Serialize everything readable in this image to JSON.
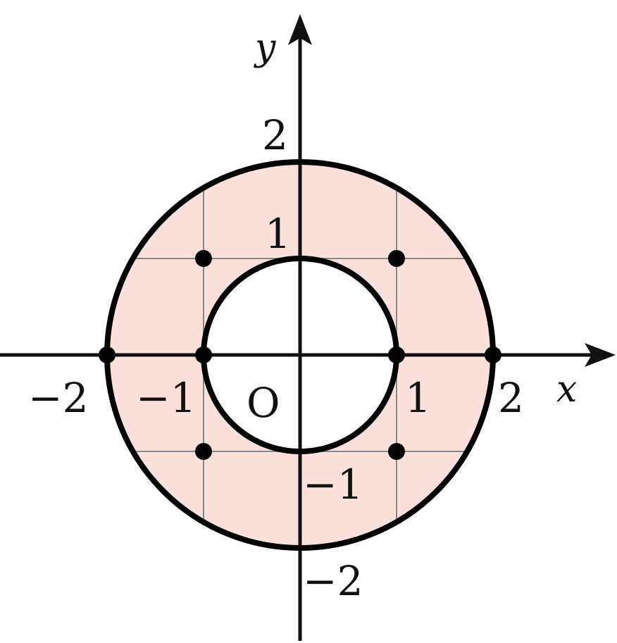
{
  "diagram": {
    "axes": {
      "x_label": "x",
      "y_label": "y",
      "origin_label": "O",
      "x_ticks": [
        {
          "value": -2,
          "label": "−2"
        },
        {
          "value": -1,
          "label": "−1"
        },
        {
          "value": 1,
          "label": "1"
        },
        {
          "value": 2,
          "label": "2"
        }
      ],
      "y_ticks": [
        {
          "value": 2,
          "label": "2"
        },
        {
          "value": 1,
          "label": "1"
        },
        {
          "value": -1,
          "label": "−1"
        },
        {
          "value": -2,
          "label": "−2"
        }
      ]
    },
    "region": {
      "shape": "annulus",
      "inner_radius": 1,
      "outer_radius": 2,
      "fill_color": "#fbe0db"
    },
    "points": [
      {
        "x": -2,
        "y": 0
      },
      {
        "x": -1,
        "y": 0
      },
      {
        "x": 1,
        "y": 0
      },
      {
        "x": 2,
        "y": 0
      },
      {
        "x": -1,
        "y": 1
      },
      {
        "x": 1,
        "y": 1
      },
      {
        "x": -1,
        "y": -1
      },
      {
        "x": 1,
        "y": -1
      }
    ],
    "colors": {
      "stroke": "#000000",
      "grid": "#888888",
      "axis": "#111111"
    }
  }
}
